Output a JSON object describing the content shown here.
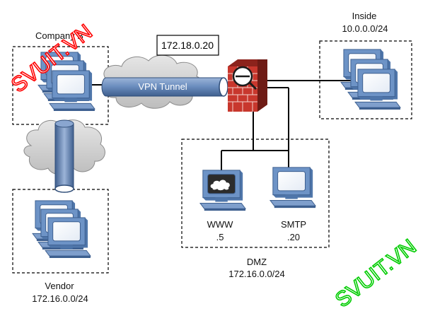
{
  "labels": {
    "company_b": "Company B",
    "vpn_tunnel": "VPN Tunnel",
    "outside_ip": "172.18.0.20",
    "inside_title": "Inside",
    "inside_net": "10.0.0.0/24",
    "www_name": "WWW",
    "www_host": ".5",
    "smtp_name": "SMTP",
    "smtp_host": ".20",
    "dmz_title": "DMZ",
    "dmz_net": "172.16.0.0/24",
    "vendor_title": "Vendor",
    "vendor_net": "172.16.0.0/24"
  },
  "watermarks": {
    "top_left": "SVUIT.VN",
    "bottom_right": "SVUIT.VN"
  },
  "colors": {
    "watermark": "#ff0000",
    "firewall_brick": "#c8372d",
    "tunnel": "#6d8fc0",
    "cloud": "#d4d4d4",
    "monitor_frame": "#5f86b8",
    "monitor_screen": "#ffffff"
  },
  "icons": {
    "firewall": "firewall-icon",
    "workstation": "workstation-icon",
    "cloud": "cloud-icon"
  }
}
